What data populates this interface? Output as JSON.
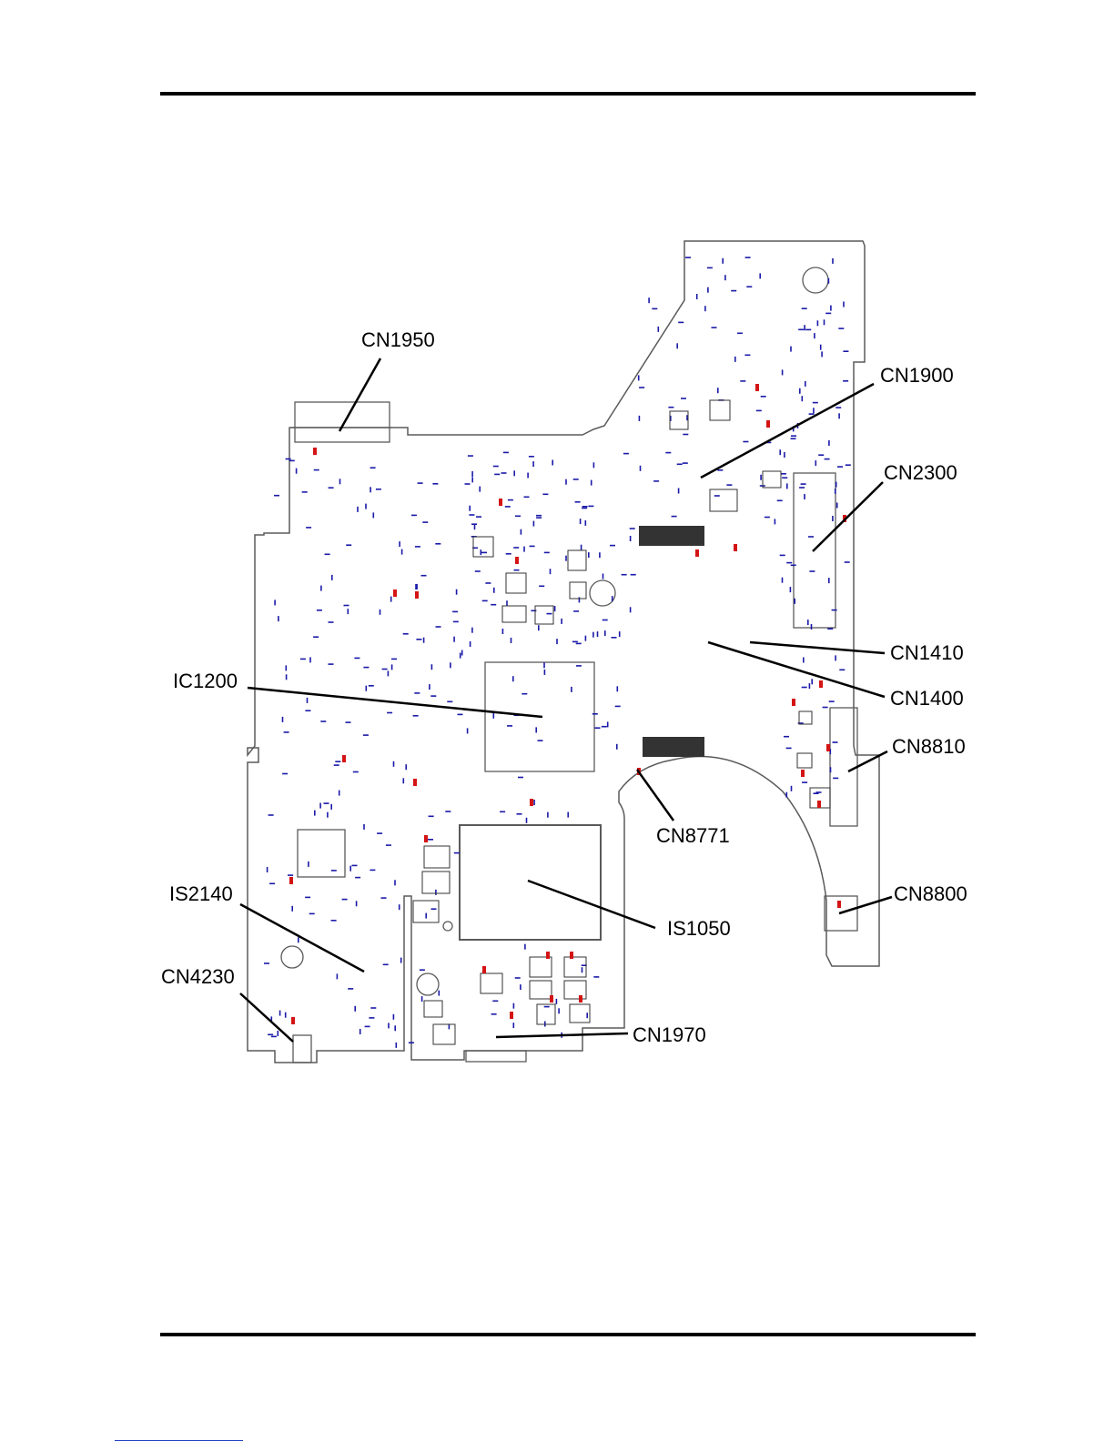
{
  "labels": {
    "cn1950": "CN1950",
    "cn1900": "CN1900",
    "cn2300": "CN2300",
    "cn1410": "CN1410",
    "cn1400": "CN1400",
    "ic1200": "IC1200",
    "cn8810": "CN8810",
    "cn8771": "CN8771",
    "is2140": "IS2140",
    "cn8800": "CN8800",
    "is1050": "IS1050",
    "cn4230": "CN4230",
    "cn1970": "CN1970"
  },
  "colors": {
    "outline": "#5a5a5a",
    "component": "#1a1aa8",
    "marker": "#d41414",
    "leader": "#000000"
  }
}
